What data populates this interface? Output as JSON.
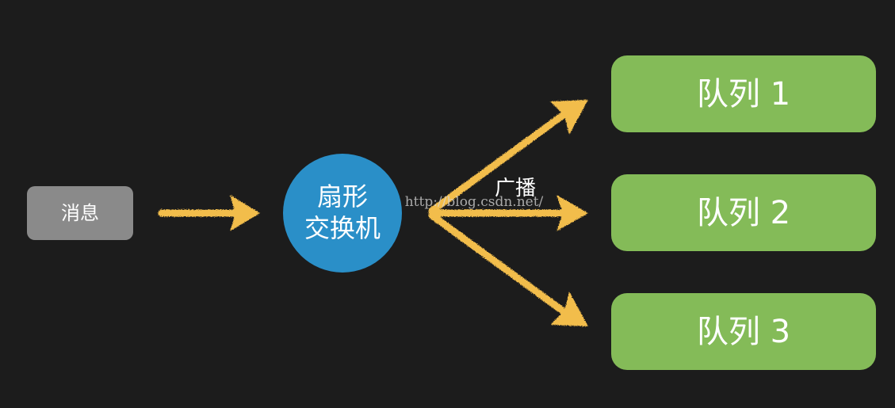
{
  "diagram": {
    "message": "消息",
    "exchange": {
      "line1": "扇形",
      "line2": "交换机"
    },
    "broadcast_label": "广播",
    "queues": [
      "队列 1",
      "队列 2",
      "队列 3"
    ],
    "watermark": "http://blog.csdn.net/"
  },
  "colors": {
    "background": "#1c1c1c",
    "message_box": "#8a8a8a",
    "exchange_circle": "#2a8fc8",
    "queue_box": "#84bb58",
    "arrow": "#f2bd4c",
    "text": "#ffffff"
  }
}
